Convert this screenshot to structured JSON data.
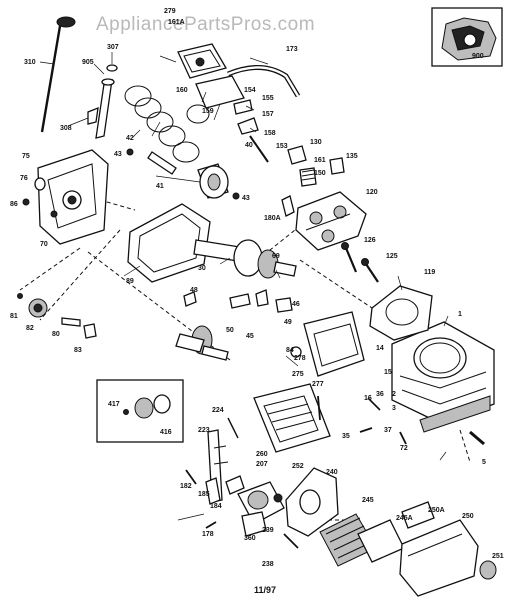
{
  "watermark": "AppliancePartsPros.com",
  "footer_date": "11/97",
  "labels": {
    "l279": "279",
    "l161A": "161A",
    "l173": "173",
    "l310": "310",
    "l905": "905",
    "l307": "307",
    "l900": "900",
    "l160": "160",
    "l154": "154",
    "l155": "155",
    "l159": "159",
    "l157": "157",
    "l158": "158",
    "l308": "308",
    "l42": "42",
    "l40": "40",
    "l43a": "43",
    "l43b": "43",
    "l153": "153",
    "l130": "130",
    "l161": "161",
    "l150": "150",
    "l135": "135",
    "l75": "75",
    "l41": "41",
    "l76": "76",
    "l86": "86",
    "l120": "120",
    "l180A": "180A",
    "l70": "70",
    "l126": "126",
    "l125": "125",
    "l30": "30",
    "l69": "69",
    "l89": "89",
    "l119": "119",
    "l81": "81",
    "l48": "48",
    "l46": "46",
    "l82": "82",
    "l1": "1",
    "l80": "80",
    "l49": "49",
    "l84": "84",
    "l83": "83",
    "l50": "50",
    "l45": "45",
    "l278": "278",
    "l14": "14",
    "l15": "15",
    "l275": "275",
    "l277": "277",
    "l2": "2",
    "l16": "16",
    "l36": "36",
    "l3": "3",
    "l417": "417",
    "l416": "416",
    "l224": "224",
    "l37": "37",
    "l35": "35",
    "l223": "223",
    "l72": "72",
    "l260": "260",
    "l207": "207",
    "l5": "5",
    "l252": "252",
    "l240": "240",
    "l182": "182",
    "l185": "185",
    "l184": "184",
    "l245": "245",
    "l178": "178",
    "l239": "239",
    "l245A": "245A",
    "l250A": "250A",
    "l250": "250",
    "l360": "360",
    "l238": "238",
    "l251": "251"
  }
}
